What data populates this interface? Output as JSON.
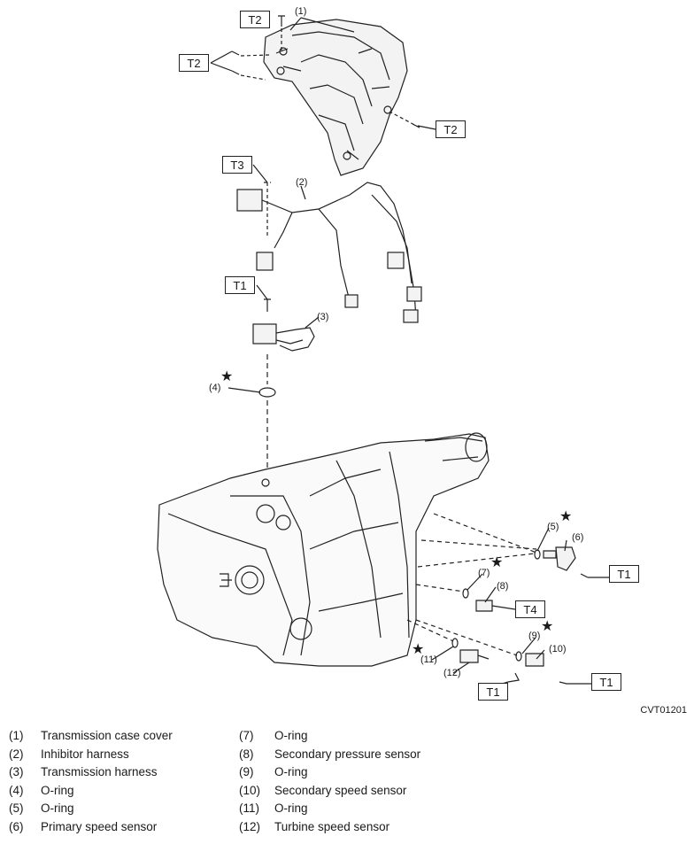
{
  "torque_labels": {
    "t2_top": "T2",
    "t2_left": "T2",
    "t2_right": "T2",
    "t3": "T3",
    "t1_mid": "T1",
    "t1_right_upper": "T1",
    "t4": "T4",
    "t1_bottom_right": "T1",
    "t1_bottom": "T1"
  },
  "callouts": {
    "c1": "(1)",
    "c2": "(2)",
    "c3": "(3)",
    "c4": "(4)",
    "c5": "(5)",
    "c6": "(6)",
    "c7": "(7)",
    "c8": "(8)",
    "c9": "(9)",
    "c10": "(10)",
    "c11": "(11)",
    "c12": "(12)"
  },
  "star_symbol": "★",
  "figure_code": "CVT01201",
  "legend_left": [
    {
      "num": "(1)",
      "name": "Transmission case cover"
    },
    {
      "num": "(2)",
      "name": "Inhibitor harness"
    },
    {
      "num": "(3)",
      "name": "Transmission harness"
    },
    {
      "num": "(4)",
      "name": "O-ring"
    },
    {
      "num": "(5)",
      "name": "O-ring"
    },
    {
      "num": "(6)",
      "name": "Primary speed sensor"
    }
  ],
  "legend_right": [
    {
      "num": "(7)",
      "name": "O-ring"
    },
    {
      "num": "(8)",
      "name": "Secondary pressure sensor"
    },
    {
      "num": "(9)",
      "name": "O-ring"
    },
    {
      "num": "(10)",
      "name": "Secondary speed sensor"
    },
    {
      "num": "(11)",
      "name": "O-ring"
    },
    {
      "num": "(12)",
      "name": "Turbine speed sensor"
    }
  ]
}
